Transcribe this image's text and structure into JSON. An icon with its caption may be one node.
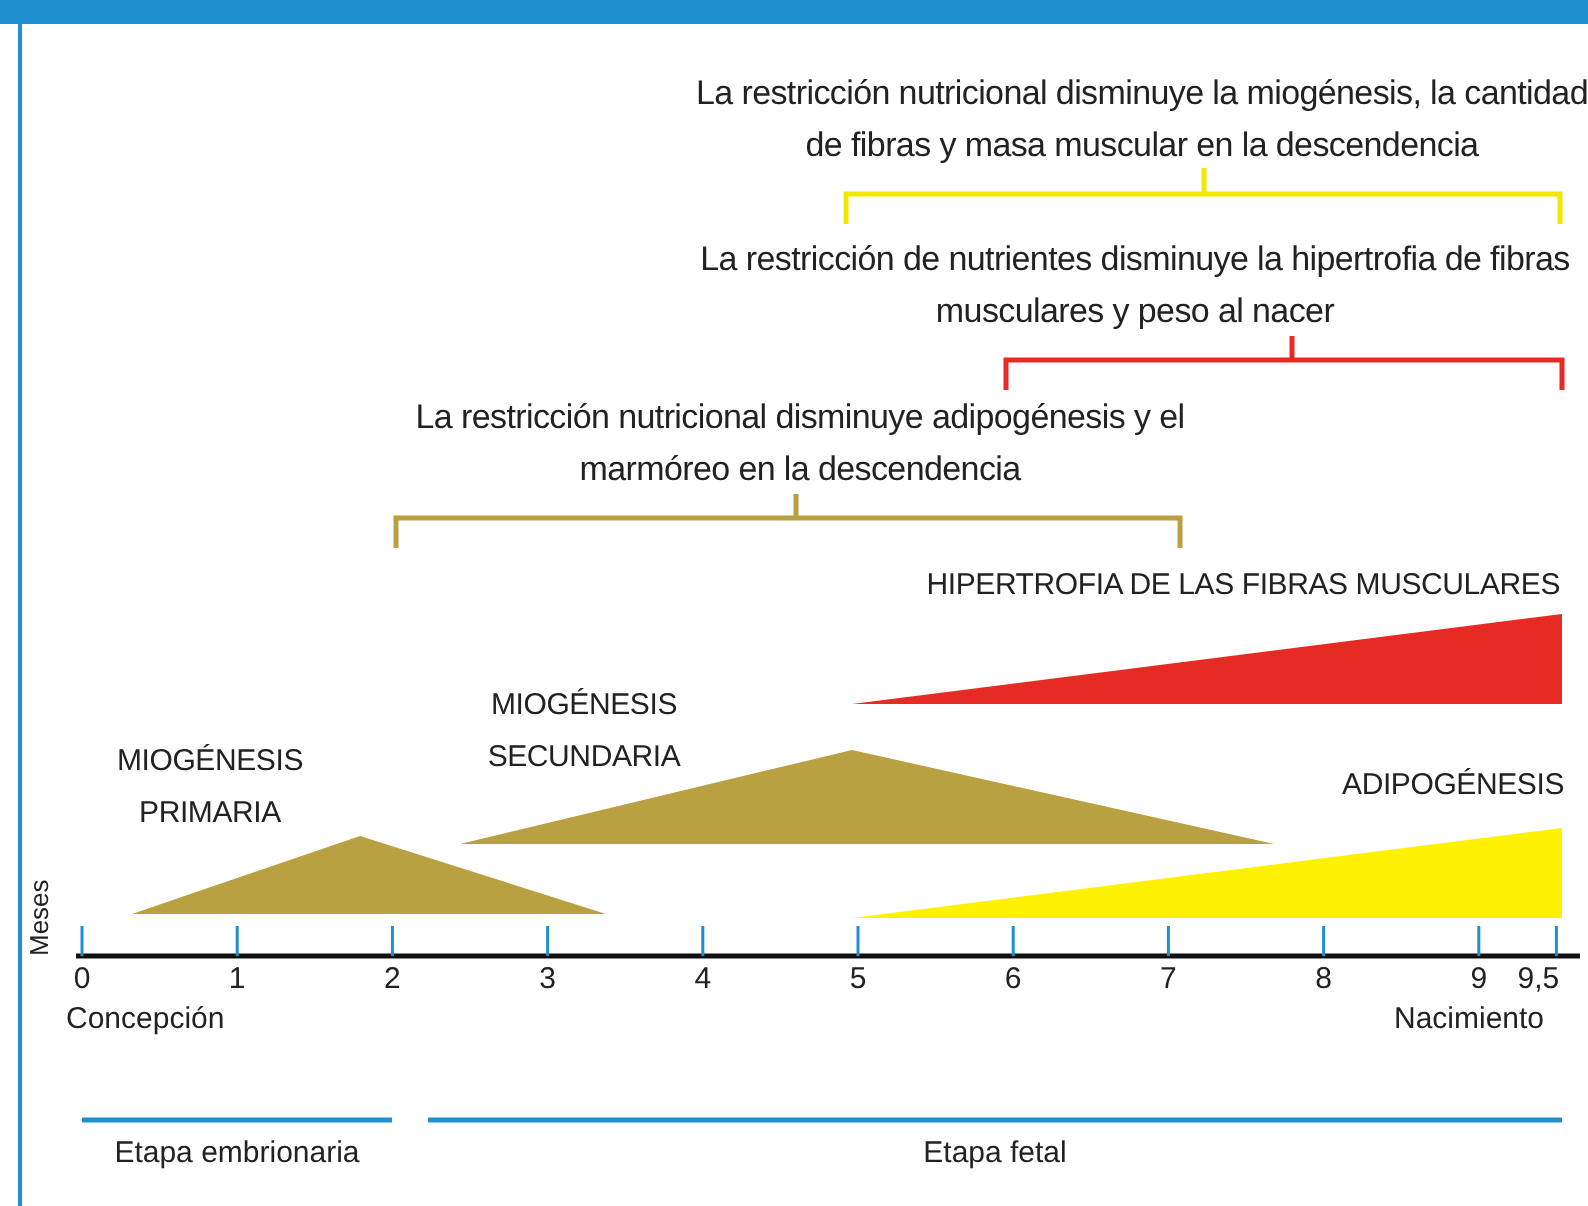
{
  "diagram": {
    "nodes": [
      {
        "text": [
          "HIPERTROFIA DE LAS FIBRAS MUSCULARES"
        ]
      },
      {
        "text": [
          "MIOGÉNESIS SECUNDARIA"
        ]
      },
      {
        "text": [
          "MIOGÉNESIS PRIMARIA"
        ]
      },
      {
        "text": [
          "ADIPOGÉNESIS"
        ]
      }
    ],
    "labels": [
      "La restricción nutricional disminuye la miogénesis, la cantidad de fibras y masa muscular en la descendencia",
      "La restricción de nutrientes disminuye la hipertrofia de fibras musculares y peso al nacer",
      "La restricción nutricional disminuye adipogénesis y el marmóreo en la descendencia",
      "Meses",
      "0",
      "1",
      "2",
      "3",
      "4",
      "5",
      "6",
      "7",
      "8",
      "9",
      "9,5",
      "Concepción",
      "Nacimiento",
      "Etapa embrionaria",
      "Etapa fetal"
    ]
  }
}
